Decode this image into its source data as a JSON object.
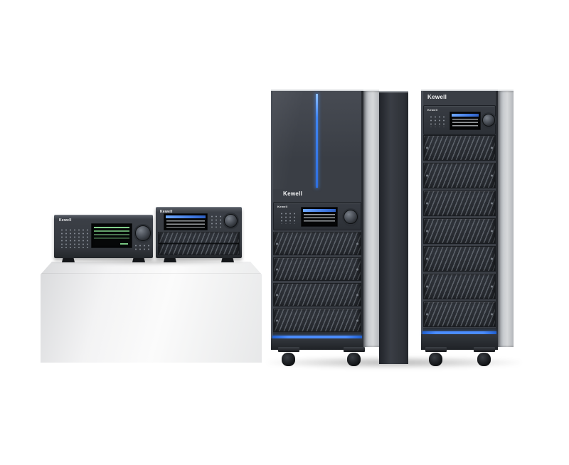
{
  "brand": {
    "name": "Kewell"
  },
  "colors": {
    "accent_blue": "#4b8dff",
    "cabinet_front_dark": "#3a3e45",
    "cabinet_side_gray": "#c8cbcf",
    "pedestal_white": "#f2f3f4",
    "background": "#ffffff"
  },
  "bench": {
    "small_unit": {
      "brand_label": "Kewell"
    },
    "large_unit": {
      "brand_label": "Kewell"
    }
  },
  "racks": {
    "medium": {
      "brand_label": "Kewell",
      "panel_brand_label": "Kewell",
      "grille_module_count": 4
    },
    "tall": {
      "brand_label": "Kewell",
      "panel_brand_label": "Kewell",
      "grille_module_count": 7
    }
  }
}
